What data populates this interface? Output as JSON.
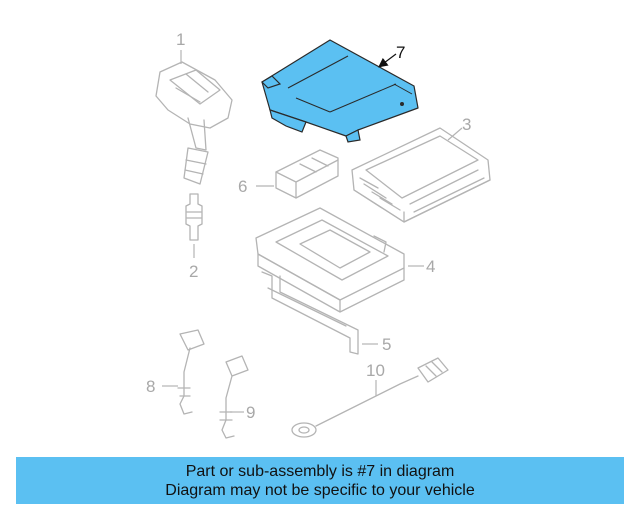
{
  "diagram": {
    "callouts": {
      "c1": "1",
      "c2": "2",
      "c3": "3",
      "c4": "4",
      "c5": "5",
      "c6": "6",
      "c7": "7",
      "c8": "8",
      "c9": "9",
      "c10": "10"
    },
    "highlighted_part": "7",
    "highlight_color": "#5bc0f2",
    "part_line_color": "#b4b4b4"
  },
  "banner": {
    "line1": "Part or sub-assembly is #7 in diagram",
    "line2": "Diagram may not be specific to your vehicle",
    "background": "#5bc0f2"
  }
}
